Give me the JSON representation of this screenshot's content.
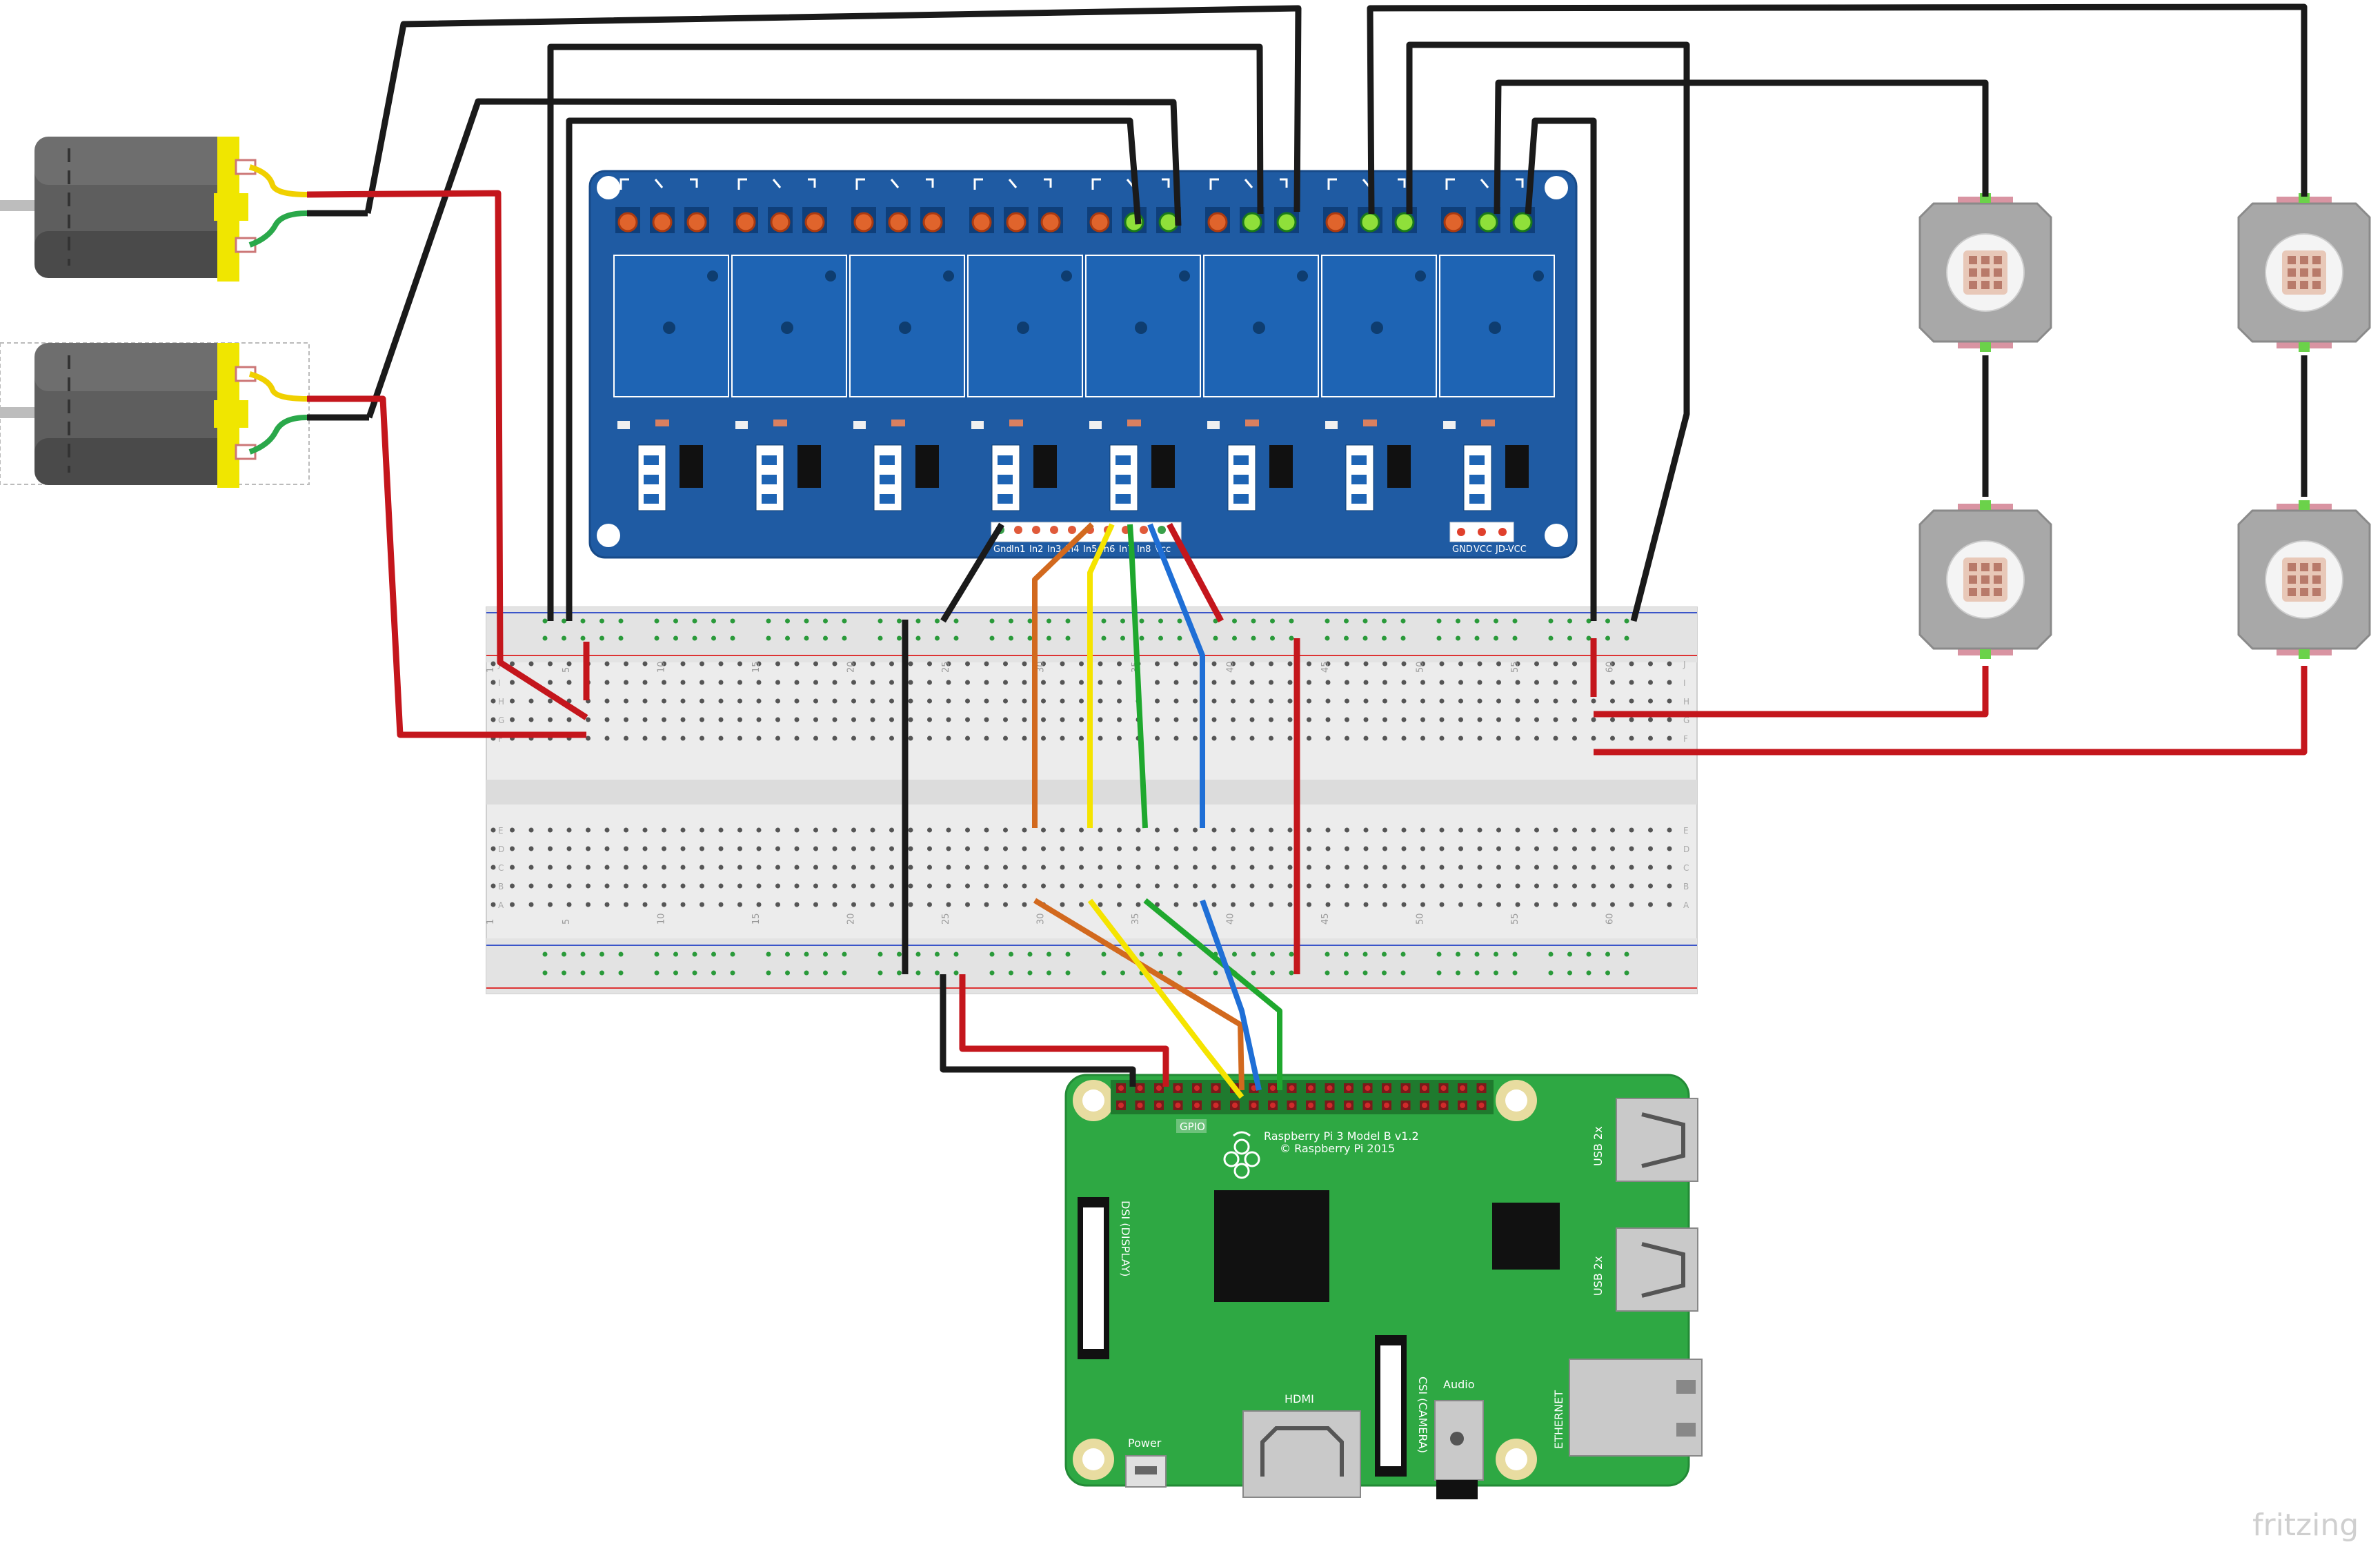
{
  "relay_board": {
    "pin_labels": [
      "Gnd",
      "In1",
      "In2",
      "In3",
      "In4",
      "In5",
      "In6",
      "In7",
      "In8",
      "Vcc"
    ],
    "header_labels": [
      "GND",
      "VCC",
      "JD-VCC"
    ],
    "relay_count": 8
  },
  "breadboard": {
    "col_numbers": [
      "1",
      "5",
      "10",
      "15",
      "20",
      "25",
      "30",
      "35",
      "40",
      "45",
      "50",
      "55",
      "60"
    ],
    "row_letters_top": [
      "J",
      "I",
      "H",
      "G",
      "F"
    ],
    "row_letters_bottom": [
      "E",
      "D",
      "C",
      "B",
      "A"
    ]
  },
  "raspberry_pi": {
    "model_line1": "Raspberry Pi 3 Model B v1.2",
    "model_line2": "© Raspberry Pi 2015",
    "gpio_label": "GPIO",
    "usb_label_1": "USB 2x",
    "usb_label_2": "USB 2x",
    "ethernet_label": "ETHERNET",
    "hdmi_label": "HDMI",
    "audio_label": "Audio",
    "power_label": "Power",
    "dsi_label": "DSI (DISPLAY)",
    "csi_label": "CSI (CAMERA)"
  },
  "logo": {
    "text": "fritzing"
  },
  "colors": {
    "relay_blue": "#1f5ba3",
    "pi_green": "#2ea843",
    "wire_black": "#1a1a1a",
    "wire_red": "#c4161c",
    "wire_orange": "#d2691e",
    "wire_yellow": "#f5e400",
    "wire_green": "#1fa82e",
    "wire_blue": "#1f6fd6",
    "motor_yellow": "#f0e600",
    "led_body": "#a8a8a8"
  }
}
